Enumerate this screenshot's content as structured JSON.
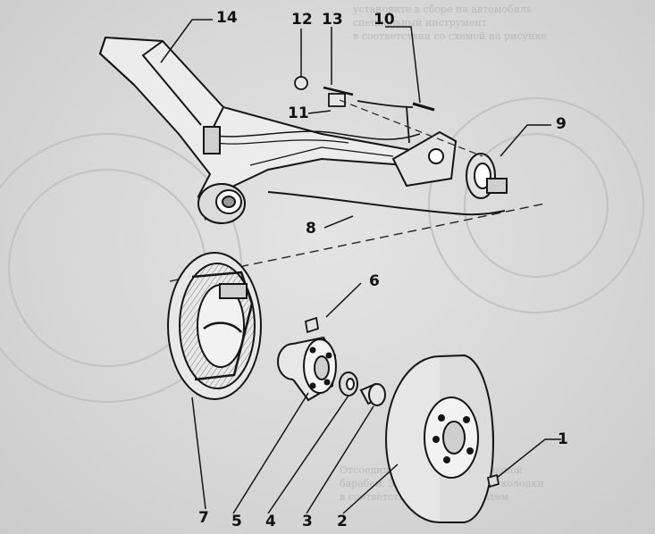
{
  "figure": {
    "callouts": [
      {
        "id": "14",
        "label": "14"
      },
      {
        "id": "12",
        "label": "12"
      },
      {
        "id": "13",
        "label": "13"
      },
      {
        "id": "10",
        "label": "10"
      },
      {
        "id": "11",
        "label": "11"
      },
      {
        "id": "9",
        "label": "9"
      },
      {
        "id": "8",
        "label": "8"
      },
      {
        "id": "6",
        "label": "6"
      },
      {
        "id": "1",
        "label": "1"
      },
      {
        "id": "7",
        "label": "7"
      },
      {
        "id": "5",
        "label": "5"
      },
      {
        "id": "4",
        "label": "4"
      },
      {
        "id": "3",
        "label": "3"
      },
      {
        "id": "2",
        "label": "2"
      }
    ]
  },
  "bleed_text": {
    "top_right_1": "установите в сборе на автомобиль",
    "top_right_2": "специальный инструмент",
    "top_right_3": "в соответствии со схемой на рисунке",
    "bottom_1": "Отсоедините и снимите тормозной",
    "bottom_2": "барабан. Замените тормозные колодки",
    "bottom_3": "в соответствии со схемой, затем"
  },
  "colors": {
    "ink": "#151515",
    "paper": "#d9d9d9",
    "bleed": "#b9b9b9"
  }
}
